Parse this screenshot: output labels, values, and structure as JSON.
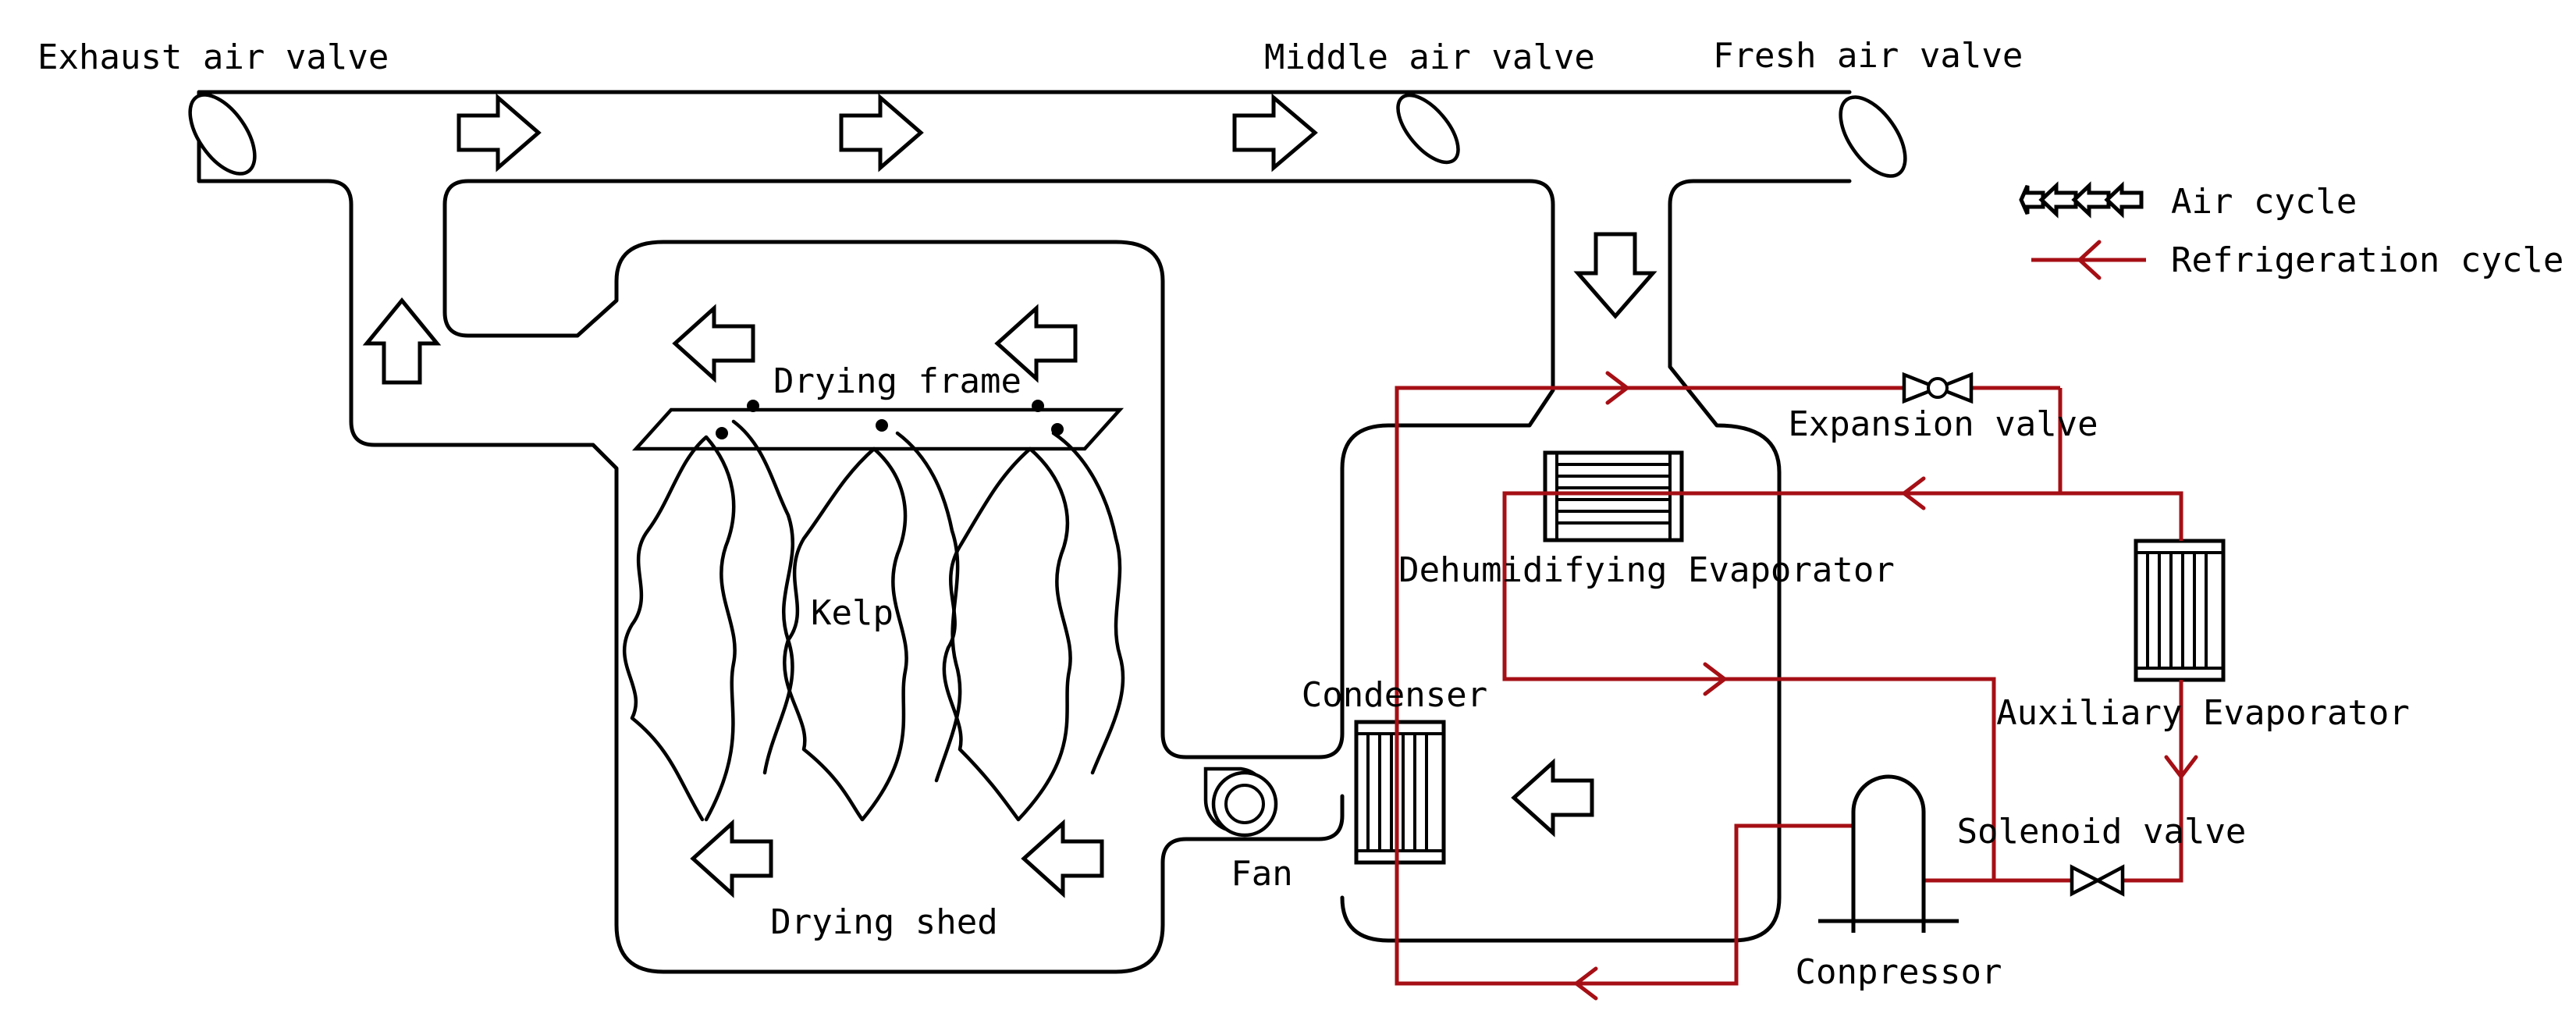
{
  "labels": {
    "exhaust_air_valve": "Exhaust air valve",
    "middle_air_valve": "Middle air valve",
    "fresh_air_valve": "Fresh air valve",
    "drying_frame": "Drying frame",
    "kelp": "Kelp",
    "drying_shed": "Drying shed",
    "fan": "Fan",
    "condenser": "Condenser",
    "dehumidifying_evaporator": "Dehumidifying Evaporator",
    "expansion_valve": "Expansion valve",
    "auxiliary_evaporator": "Auxiliary Evaporator",
    "solenoid_valve": "Solenoid valve",
    "compressor": "Conpressor"
  },
  "legend": {
    "air_cycle": "Air cycle",
    "refrigeration_cycle": "Refrigeration cycle"
  },
  "colors": {
    "refrigeration_line": "#a50f15",
    "air_line": "#000000",
    "background": "#ffffff"
  },
  "icons": {
    "air_flow": "hollow-arrow-icon",
    "refrigerant_flow": "chevron-arrow-icon",
    "valve": "bowtie-valve-icon",
    "damper": "ellipse-damper-icon"
  }
}
